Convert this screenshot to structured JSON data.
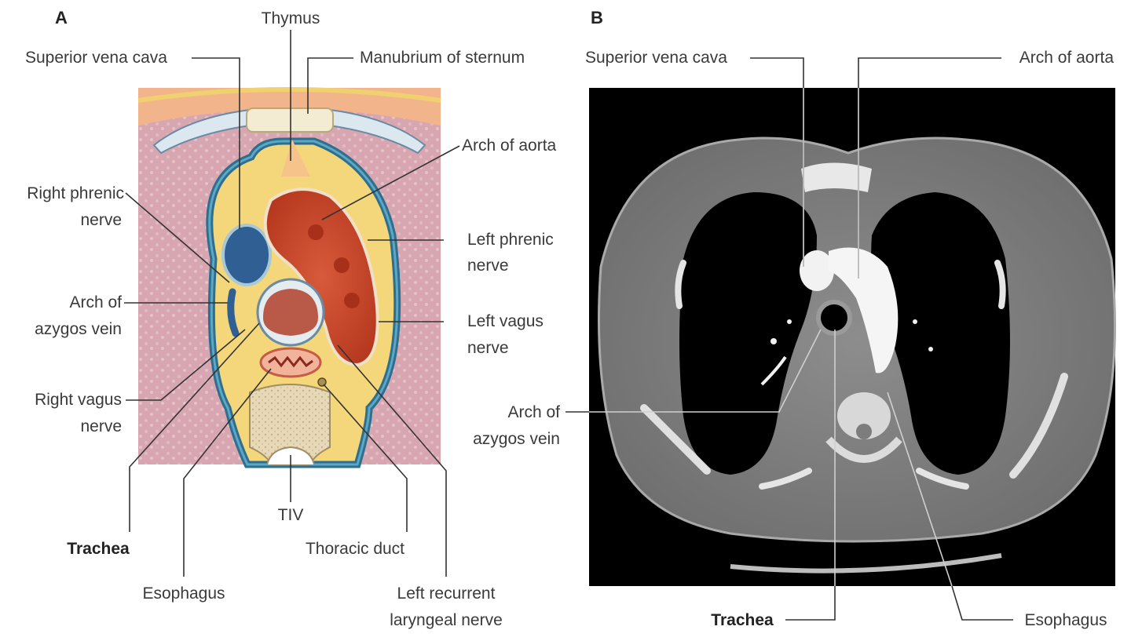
{
  "panel_a": {
    "letter": "A",
    "labels": {
      "thymus": "Thymus",
      "svc": "Superior vena cava",
      "manubrium": "Manubrium of sternum",
      "arch_aorta": "Arch of aorta",
      "right_phrenic_1": "Right phrenic",
      "right_phrenic_2": "nerve",
      "left_phrenic_1": "Left phrenic",
      "left_phrenic_2": "nerve",
      "azygos_1": "Arch of",
      "azygos_2": "azygos vein",
      "left_vagus_1": "Left vagus",
      "left_vagus_2": "nerve",
      "right_vagus_1": "Right vagus",
      "right_vagus_2": "nerve",
      "tiv": "TIV",
      "trachea": "Trachea",
      "thoracic_duct": "Thoracic duct",
      "esophagus": "Esophagus",
      "lrln_1": "Left recurrent",
      "lrln_2": "laryngeal nerve"
    }
  },
  "panel_b": {
    "letter": "B",
    "labels": {
      "svc": "Superior vena cava",
      "arch_aorta": "Arch of aorta",
      "azygos_1": "Arch of",
      "azygos_2": "azygos vein",
      "trachea": "Trachea",
      "esophagus": "Esophagus"
    }
  },
  "colors": {
    "lung": "#d7a6b1",
    "vessel_blue": "#2f5f93",
    "aorta_red": "#c94a33",
    "fat_yellow": "#f3d77a",
    "pleura_blue": "#2c6f8f",
    "ct_background": "#000000"
  }
}
